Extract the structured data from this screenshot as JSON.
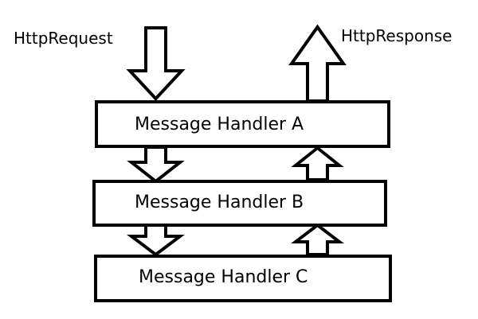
{
  "diagram": {
    "request_label": "HttpRequest",
    "response_label": "HttpResponse",
    "handlers": [
      {
        "label": "Message Handler A"
      },
      {
        "label": "Message Handler B"
      },
      {
        "label": "Message Handler C"
      }
    ]
  },
  "colors": {
    "stroke": "#000000",
    "fill": "#ffffff",
    "text": "#000000"
  }
}
